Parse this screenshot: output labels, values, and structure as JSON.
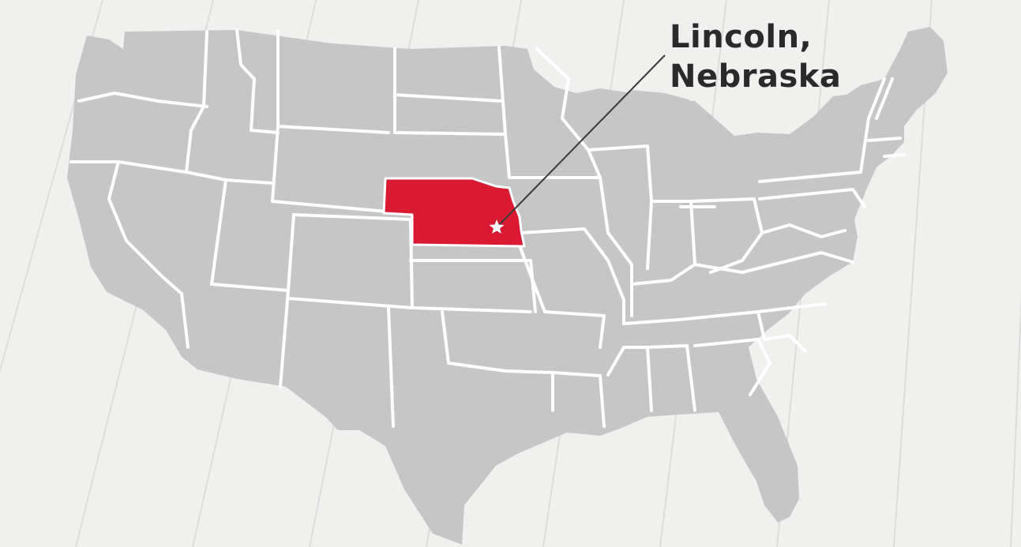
{
  "callout": {
    "line1": "Lincoln,",
    "line2": "Nebraska"
  },
  "colors": {
    "background": "#f0f0ef",
    "plank_line": "#dcdcdb",
    "land": "#c6c6c6",
    "state_border": "#ffffff",
    "highlight_state": "#d91a32",
    "marker": "#ffffff",
    "leader_line": "#3a3a3a",
    "label_text": "#2a2a2a"
  },
  "icons": {
    "marker": "star-icon"
  },
  "highlighted_state": "Nebraska"
}
